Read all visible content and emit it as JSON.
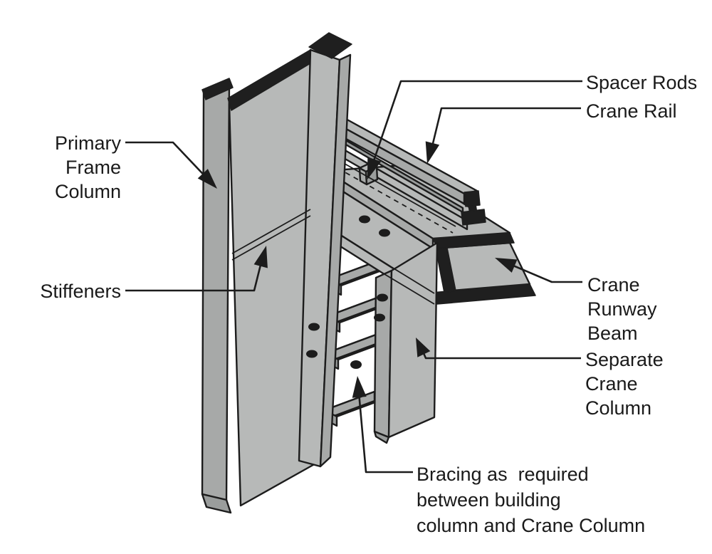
{
  "diagram": {
    "type": "isometric-technical-illustration",
    "subject": "Crane runway beam supported on a separate crane column beside a primary building frame column",
    "labels": {
      "primary_frame_column": "Primary Frame\nColumn",
      "stiffeners": "Stiffeners",
      "spacer_rods": "Spacer Rods",
      "crane_rail": "Crane Rail",
      "crane_runway_beam": "Crane Runway\nBeam",
      "separate_crane_column": "Separate\nCrane\nColumn",
      "bracing": "Bracing as  required\nbetween building\ncolumn and Crane Column"
    },
    "colors": {
      "background": "#ffffff",
      "text": "#1a1a1a",
      "outline": "#1c1c1c",
      "cut_face": "#1f1f1f",
      "steel_light": "#b7b9b8",
      "steel_mid": "#a7a9a8",
      "steel_dark": "#9a9d9c"
    }
  }
}
